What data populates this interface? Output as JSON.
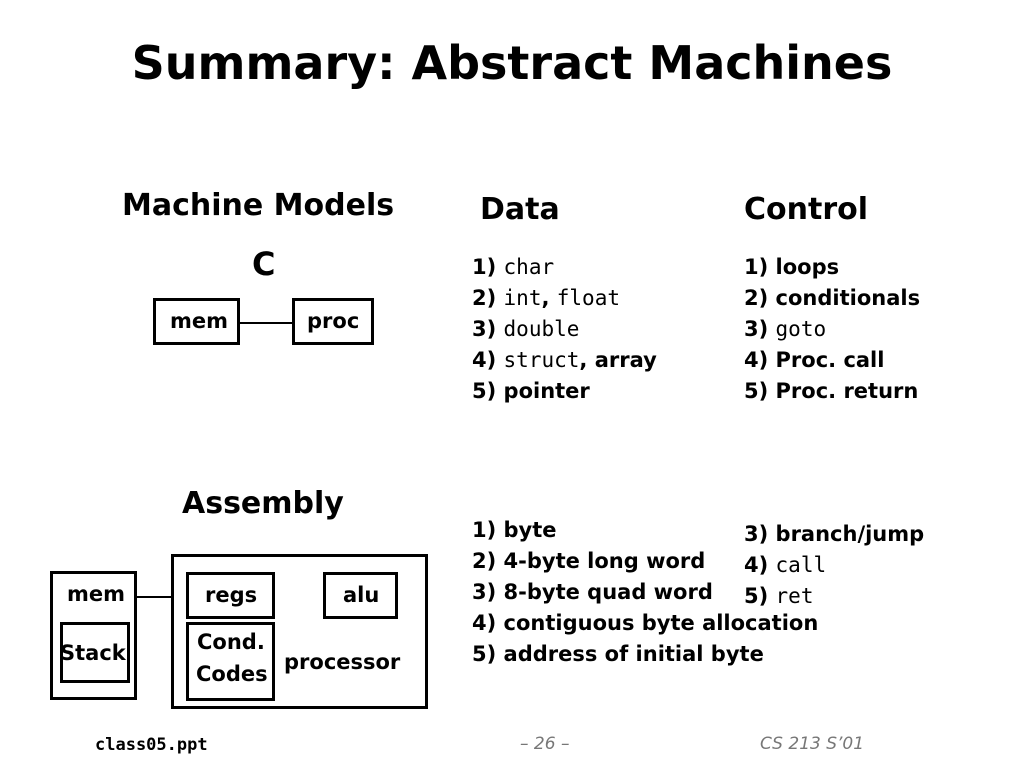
{
  "slide": {
    "title": "Summary: Abstract Machines"
  },
  "models": {
    "heading": "Machine Models",
    "c_label": "C",
    "c_mem": "mem",
    "c_proc": "proc",
    "asm_label": "Assembly",
    "asm_mem": "mem",
    "asm_stack": "Stack",
    "asm_regs": "regs",
    "asm_alu": "alu",
    "asm_cond_line1": "Cond.",
    "asm_cond_line2": "Codes",
    "asm_processor": "processor"
  },
  "data_col": {
    "heading": "Data",
    "c_items": [
      {
        "num": "1)",
        "code1": "char",
        "sep": "",
        "code2": "",
        "text": ""
      },
      {
        "num": "2)",
        "code1": "int",
        "sep": ",",
        "code2": "float",
        "text": ""
      },
      {
        "num": "3)",
        "code1": "double",
        "sep": "",
        "code2": "",
        "text": ""
      },
      {
        "num": "4)",
        "code1": "struct",
        "sep": ",",
        "code2": "",
        "text": "array"
      },
      {
        "num": "5)",
        "code1": "",
        "sep": "",
        "code2": "",
        "text": "pointer"
      }
    ],
    "asm_items": [
      "1) byte",
      "2) 4-byte long word",
      "3) 8-byte quad word",
      "4) contiguous byte allocation",
      "5) address of initial byte"
    ]
  },
  "control_col": {
    "heading": "Control",
    "c_items": [
      {
        "num": "1)",
        "code": "",
        "text": "loops"
      },
      {
        "num": "2)",
        "code": "",
        "text": "conditionals"
      },
      {
        "num": "3)",
        "code": "goto",
        "text": ""
      },
      {
        "num": "4)",
        "code": "",
        "text": "Proc. call"
      },
      {
        "num": "5)",
        "code": "",
        "text": "Proc. return"
      }
    ],
    "asm_items": [
      {
        "num": "3)",
        "code": "",
        "text": "branch/jump"
      },
      {
        "num": "4)",
        "code": "call",
        "text": ""
      },
      {
        "num": "5)",
        "code": "ret",
        "text": ""
      }
    ]
  },
  "footer": {
    "left": "class05.ppt",
    "center": "– 26 –",
    "right": "CS 213 S’01"
  }
}
